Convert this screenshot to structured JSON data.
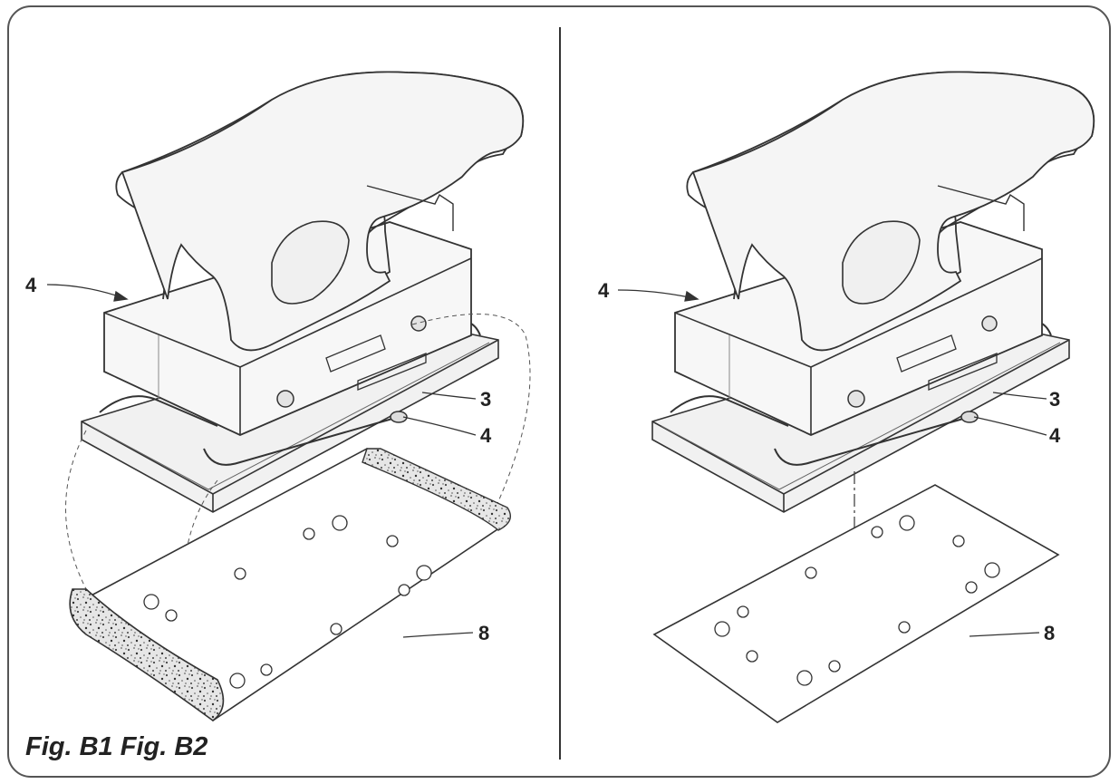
{
  "caption": "Fig. B1 Fig. B2",
  "panels": [
    {
      "labels": {
        "sander_housing": "4",
        "base_pad": "3",
        "clamp_lever": "4",
        "sanding_sheet": "8"
      }
    },
    {
      "labels": {
        "sander_housing": "4",
        "base_pad": "3",
        "clamp_lever": "4",
        "sanding_sheet": "8"
      }
    }
  ]
}
